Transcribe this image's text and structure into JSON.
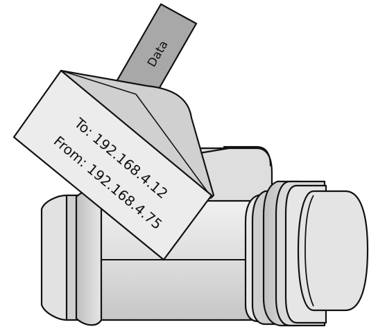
{
  "diagram": {
    "data_label": "Data",
    "address_to": "To: 192.168.4.12",
    "address_from": "From: 192.168.4.75"
  },
  "colors": {
    "outline": "#111111",
    "face_light": "#eeeeee",
    "face_mid": "#d4d4d4",
    "face_dark": "#b8b8b8",
    "data_pipe": "#a8a8a8"
  }
}
